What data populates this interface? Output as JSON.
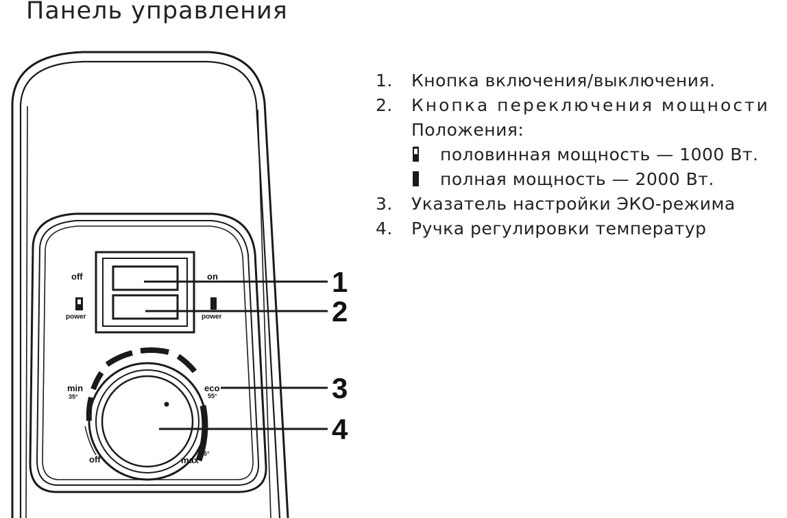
{
  "title": "Панель управления",
  "panel": {
    "off_label": "off",
    "on_label": "on",
    "power_label_left": "power",
    "power_label_right": "power",
    "min_label": "min",
    "min_temp": "35°",
    "eco_label": "eco",
    "eco_temp": "55°",
    "off_dial_label": "off",
    "max_label": "max",
    "max_temp": "5°",
    "callout_1": "1",
    "callout_2": "2",
    "callout_3": "3",
    "callout_4": "4"
  },
  "legend": {
    "items": [
      {
        "num": "1.",
        "text": "Кнопка включения/выключения."
      },
      {
        "num": "2.",
        "text": "Кнопка переключения мощности"
      },
      {
        "num": "",
        "text": "Положения:"
      },
      {
        "num": "",
        "icon": "half-power-icon",
        "text": "половинная мощность — 1000 Вт."
      },
      {
        "num": "",
        "icon": "full-power-icon",
        "text": "полная мощность — 2000 Вт."
      },
      {
        "num": "3.",
        "text": "Указатель настройки ЭКО-режима"
      },
      {
        "num": "4.",
        "text": "Ручка регулировки температур"
      }
    ]
  },
  "colors": {
    "ink": "#1a1a1a",
    "background": "#ffffff"
  }
}
